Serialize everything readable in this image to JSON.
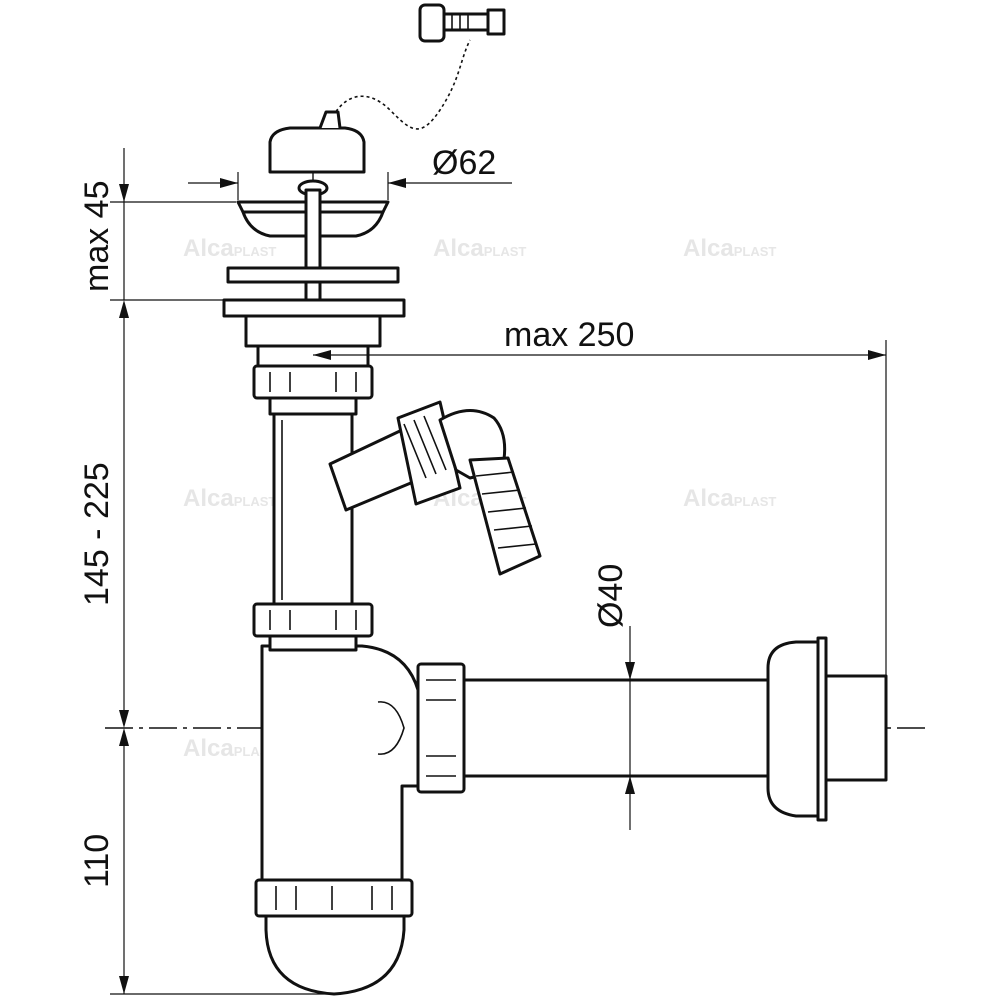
{
  "dimensions": {
    "stopper_travel": "max 45",
    "plug_diameter": "Ø62",
    "inlet_height": "145 - 225",
    "outlet_length": "max 250",
    "outlet_diameter": "Ø40",
    "trap_depth": "110"
  },
  "watermark": {
    "brand_main": "Alca",
    "brand_sub": "PLAST"
  },
  "colors": {
    "line": "#111111",
    "watermark": "#e6e6e6",
    "background": "#ffffff"
  }
}
